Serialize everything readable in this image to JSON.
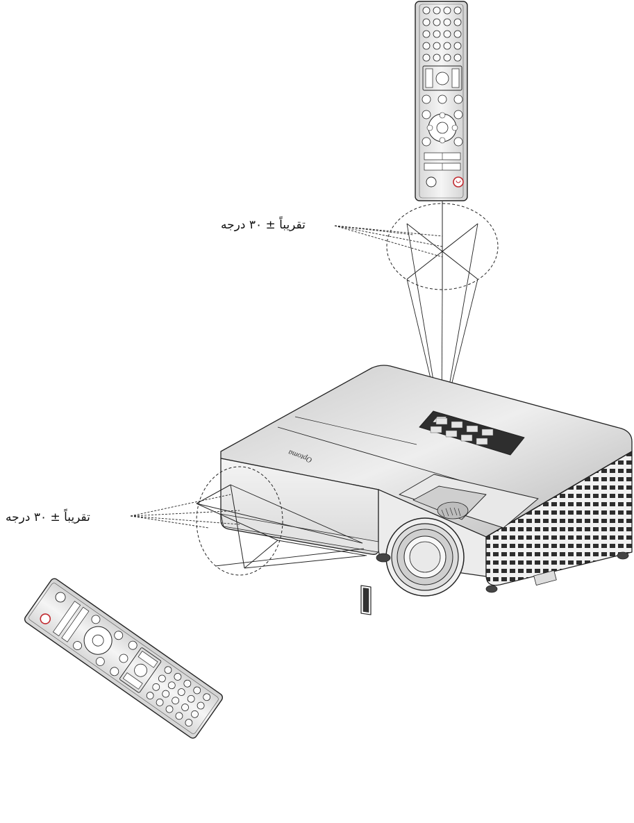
{
  "labels": {
    "top_angle": "تقريباً ± ٣٠ درجه",
    "bottom_angle": "تقريباً ± ٣٠ درجه"
  },
  "projector": {
    "brand": "Optoma"
  },
  "colors": {
    "line": "#222222",
    "body_fill": "#f3f3f3",
    "power_accent": "#c0272d"
  }
}
